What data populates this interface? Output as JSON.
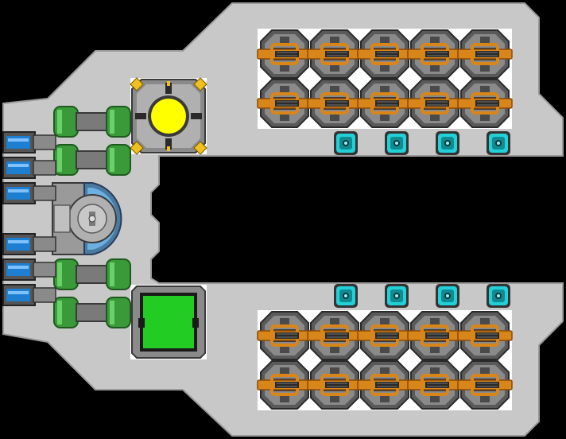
{
  "scene": {
    "kind": "top-down spaceship blueprint",
    "colors": {
      "background": "#000000",
      "hull": "#c8c8c8",
      "hull_edge": "#9a9a9a",
      "deck": "#ffffff",
      "turret_gold": "#d8861a",
      "turret_dark": "#3a3a3a",
      "turret_mid": "#7a7a7a",
      "tank_green": "#3a9a3a",
      "reactor_yellow": "#ffff00",
      "reactor_corner": "#f0c020",
      "screen_green": "#22cc22",
      "thruster_blue": "#1e7fd0",
      "beacon_cyan": "#22d0d8",
      "shield_blue": "#6ab0e0"
    },
    "modules": {
      "turret_rows": 4,
      "turrets_per_row": 5,
      "beacons_per_row": 4,
      "fuel_tank_pairs": 2,
      "thrusters": 6
    },
    "icons": {
      "turret": "gatling-turret-icon",
      "beacon": "cyan-beacon-icon",
      "reactor": "yellow-reactor-core-icon",
      "screen": "green-cargo-screen-icon",
      "cockpit": "shielded-cockpit-icon",
      "tank": "green-fuel-tank-icon",
      "thruster": "blue-thruster-icon"
    }
  }
}
